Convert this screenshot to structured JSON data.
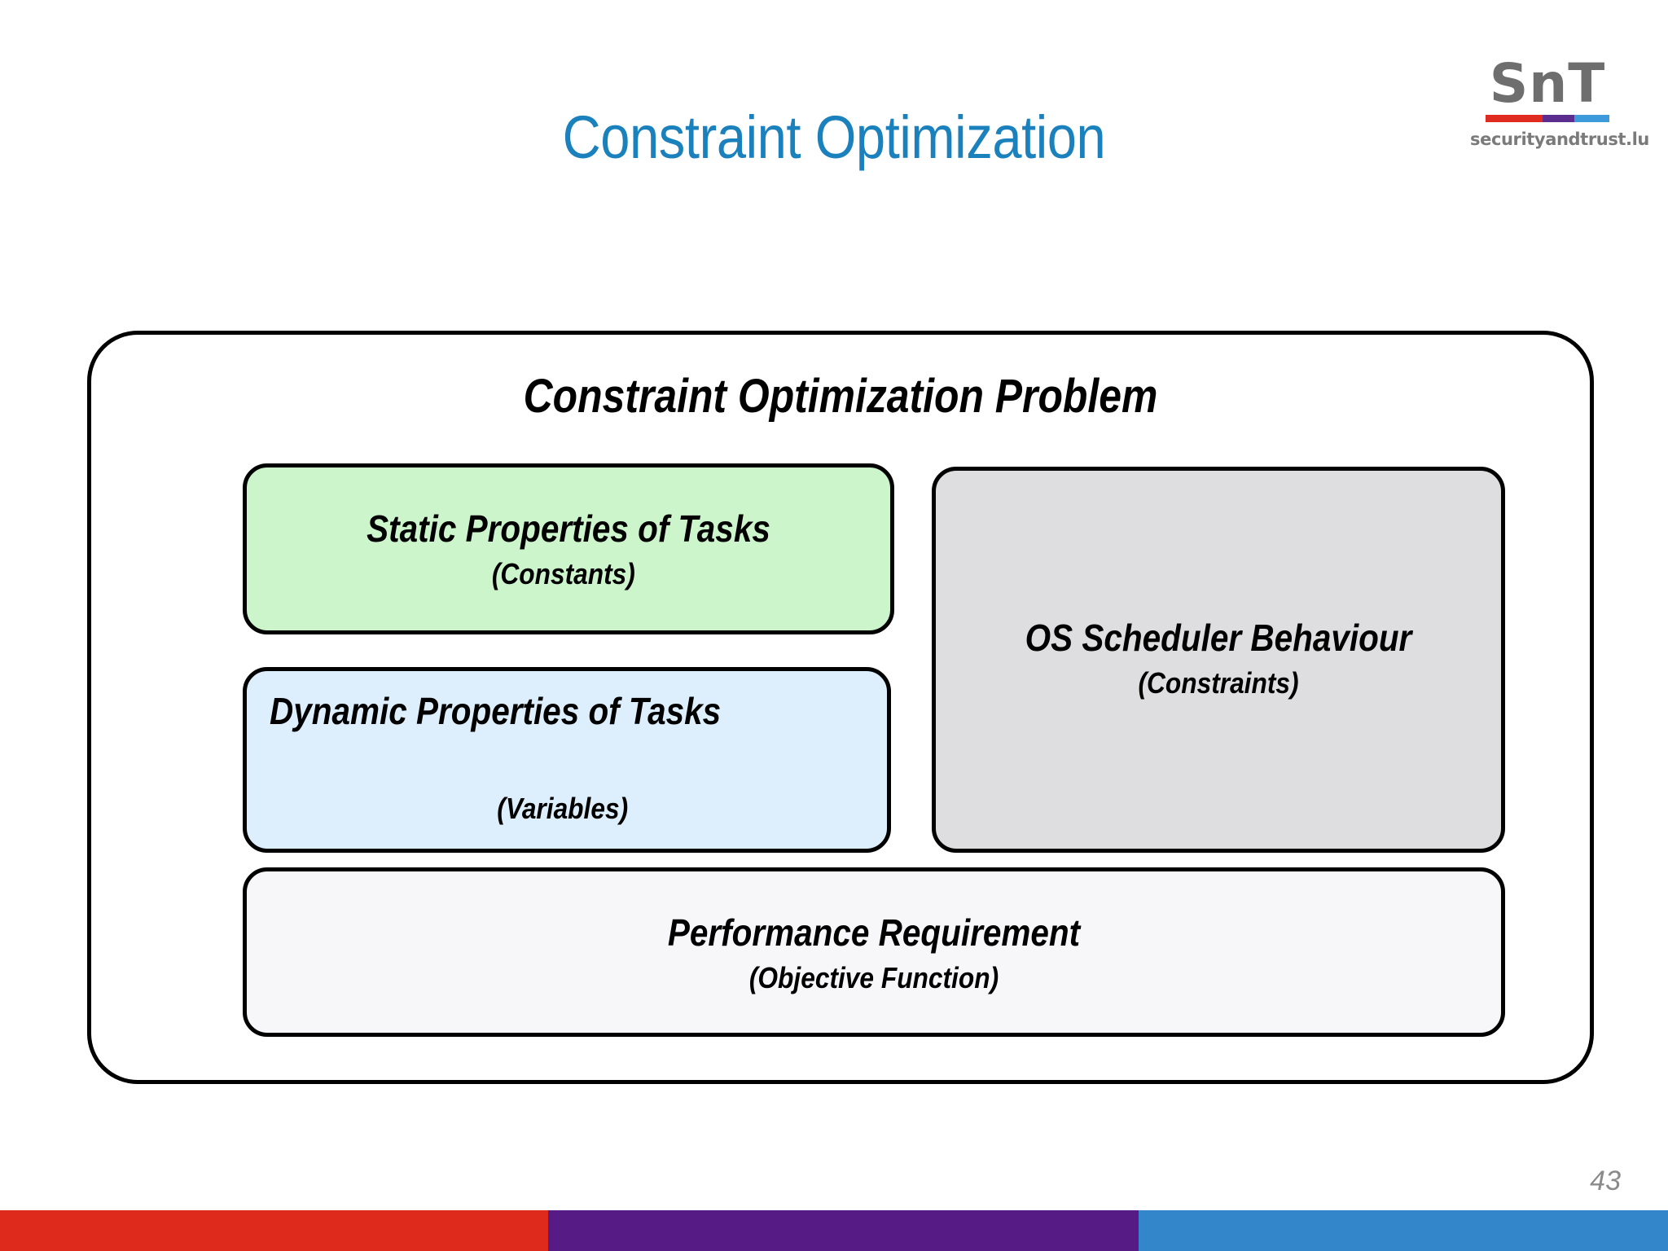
{
  "slide": {
    "title": "Constraint Optimization",
    "page_number": "43",
    "title_color": "#1b81bd"
  },
  "logo": {
    "wordmark": "SnT",
    "tagline": "securityandtrust.lu",
    "bar_colors": [
      "#e02b20",
      "#5b2d8e",
      "#3d9bdc"
    ],
    "wordmark_color": "#6e6e6e"
  },
  "diagram": {
    "container_heading": "Constraint Optimization Problem",
    "boxes": [
      {
        "id": "static-properties",
        "main": "Static Properties of Tasks",
        "sub": "(Constants)",
        "fill": "#ccf5cc"
      },
      {
        "id": "dynamic-properties",
        "main": "Dynamic Properties of Tasks",
        "sub": "(Variables)",
        "fill": "#ddeefc"
      },
      {
        "id": "os-scheduler",
        "main": "OS Scheduler Behaviour",
        "sub": "(Constraints)",
        "fill": "#dedee0"
      },
      {
        "id": "performance-requirement",
        "main": "Performance Requirement",
        "sub": "(Objective Function)",
        "fill": "#f7f6f9"
      }
    ]
  },
  "footer": {
    "segment_colors": [
      "#de2a1c",
      "#571b86",
      "#3486ca"
    ]
  }
}
